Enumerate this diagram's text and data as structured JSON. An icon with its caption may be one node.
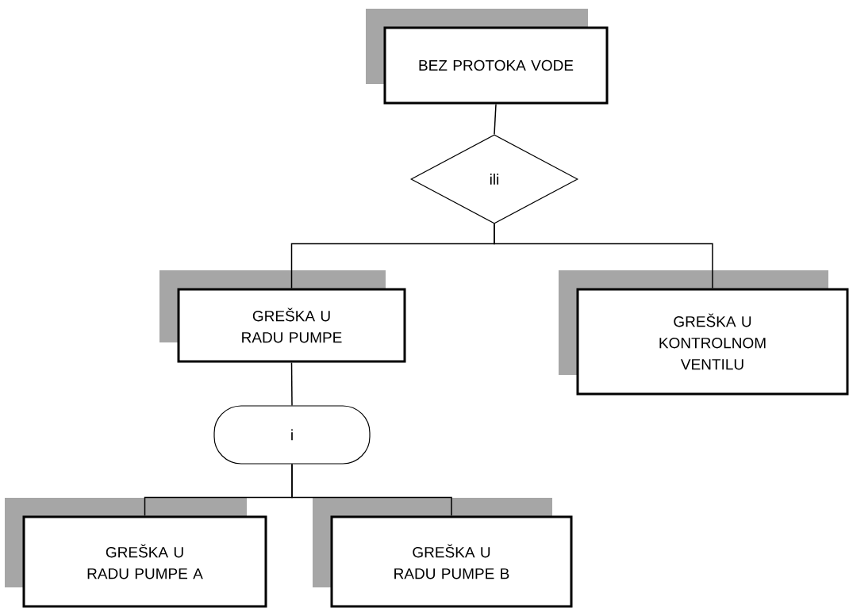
{
  "diagram": {
    "nodes": [
      {
        "text": [
          "BEZ PROTOKA VODE"
        ]
      },
      {
        "text": [
          "ili"
        ]
      },
      {
        "text": [
          "GREŠKA U RADU PUMPE"
        ]
      },
      {
        "text": [
          "GREŠKA U KONTROLNOM VENTILU"
        ]
      },
      {
        "text": [
          "i"
        ]
      },
      {
        "text": [
          "GREŠKA U RADU PUMPE A"
        ]
      },
      {
        "text": [
          "GREŠKA U RADU PUMPE B"
        ]
      }
    ],
    "edges": [
      {
        "from": 0,
        "to": 1,
        "arrow": "none"
      },
      {
        "from": 1,
        "to": 2,
        "arrow": "none"
      },
      {
        "from": 1,
        "to": 3,
        "arrow": "none"
      },
      {
        "from": 2,
        "to": 4,
        "arrow": "none"
      },
      {
        "from": 4,
        "to": 5,
        "arrow": "none"
      },
      {
        "from": 4,
        "to": 6,
        "arrow": "none"
      }
    ]
  }
}
